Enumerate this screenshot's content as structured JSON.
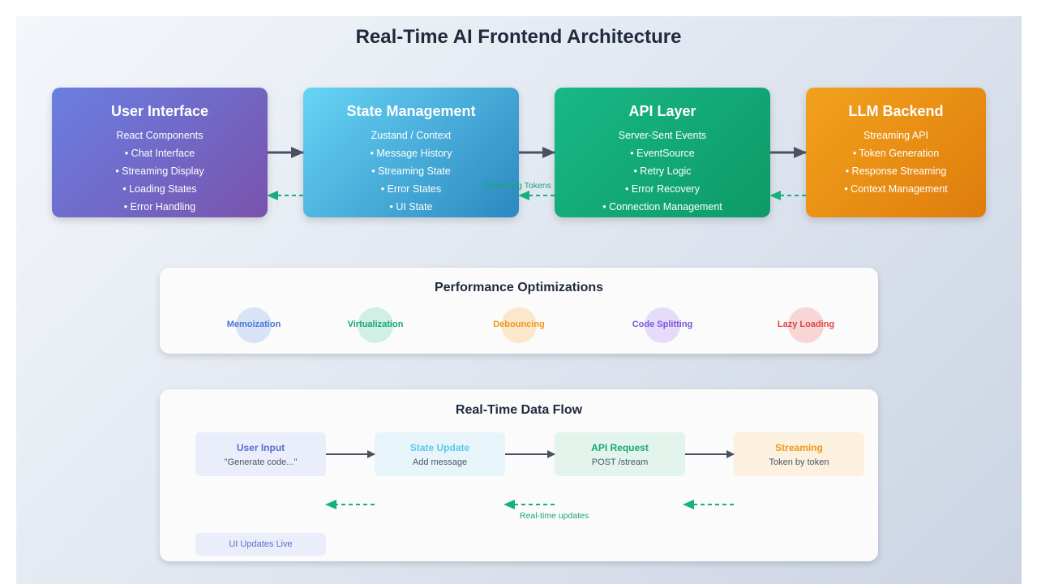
{
  "title": "Real-Time AI Frontend Architecture",
  "layers": [
    {
      "title": "User Interface",
      "items": [
        "React Components",
        "• Chat Interface",
        "• Streaming Display",
        "• Loading States",
        "• Error Handling"
      ]
    },
    {
      "title": "State Management",
      "items": [
        "Zustand / Context",
        "• Message History",
        "• Streaming State",
        "• Error States",
        "• UI State"
      ]
    },
    {
      "title": "API Layer",
      "items": [
        "Server-Sent Events",
        "• EventSource",
        "• Retry Logic",
        "• Error Recovery",
        "• Connection Management"
      ]
    },
    {
      "title": "LLM Backend",
      "items": [
        "Streaming API",
        "• Token Generation",
        "• Response Streaming",
        "• Context Management"
      ]
    }
  ],
  "streaming_tokens_label": "Streaming Tokens",
  "performance": {
    "title": "Performance Optimizations",
    "items": [
      {
        "label": "Memoization",
        "color": "#4a78d8",
        "bg": "#d8e3f7"
      },
      {
        "label": "Virtualization",
        "color": "#16a878",
        "bg": "#d2efe4"
      },
      {
        "label": "Debouncing",
        "color": "#ee9a1c",
        "bg": "#fbe7c9"
      },
      {
        "label": "Code Splitting",
        "color": "#7a55e0",
        "bg": "#e6dcf9"
      },
      {
        "label": "Lazy Loading",
        "color": "#e04545",
        "bg": "#f8d6d6"
      }
    ]
  },
  "data_flow": {
    "title": "Real-Time Data Flow",
    "steps": [
      {
        "title": "User Input",
        "subtitle": "\"Generate code...\"",
        "color": "#5a6ed0",
        "bg": "#eaedfa"
      },
      {
        "title": "State Update",
        "subtitle": "Add message",
        "color": "#5cc8ec",
        "bg": "#e7f5fb"
      },
      {
        "title": "API Request",
        "subtitle": "POST /stream",
        "color": "#16a878",
        "bg": "#e3f4ed"
      },
      {
        "title": "Streaming",
        "subtitle": "Token by token",
        "color": "#ee9a1c",
        "bg": "#fcf0df"
      }
    ],
    "realtime_label": "Real-time updates",
    "live_label": "UI Updates Live"
  },
  "colors": {
    "arrow": "#4a5060",
    "return_arrow": "#16b07c"
  }
}
